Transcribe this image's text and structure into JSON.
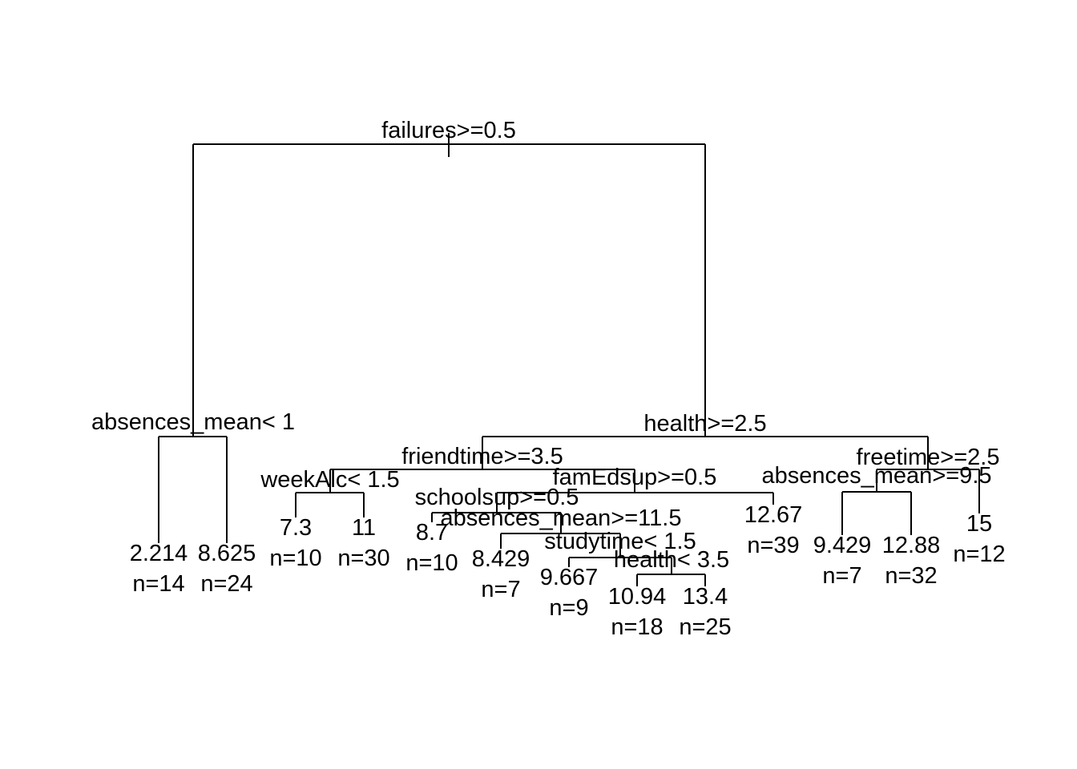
{
  "tree": {
    "root": {
      "split": "failures>=0.5",
      "left": {
        "split": "absences_mean< 1",
        "left": {
          "value": "2.214",
          "n": "n=14"
        },
        "right": {
          "value": "8.625",
          "n": "n=24"
        }
      },
      "right": {
        "split": "health>=2.5",
        "left": {
          "split": "friendtime>=3.5",
          "left": {
            "split": "weekAlc< 1.5",
            "left": {
              "value": "7.3",
              "n": "n=10"
            },
            "right": {
              "value": "11",
              "n": "n=30"
            }
          },
          "right": {
            "split": "famEdsup>=0.5",
            "left": {
              "split": "schoolsup>=0.5",
              "left": {
                "value": "8.7",
                "n": "n=10"
              },
              "right": {
                "split": "absences_mean>=11.5",
                "left": {
                  "value": "8.429",
                  "n": "n=7"
                },
                "right": {
                  "split": "studytime< 1.5",
                  "left": {
                    "value": "9.667",
                    "n": "n=9"
                  },
                  "right": {
                    "split": "health< 3.5",
                    "left": {
                      "value": "10.94",
                      "n": "n=18"
                    },
                    "right": {
                      "value": "13.4",
                      "n": "n=25"
                    }
                  }
                }
              }
            },
            "right": {
              "value": "12.67",
              "n": "n=39"
            }
          }
        },
        "right": {
          "split": "freetime>=2.5",
          "left": {
            "split": "absences_mean>=9.5",
            "left": {
              "value": "9.429",
              "n": "n=7"
            },
            "right": {
              "value": "12.88",
              "n": "n=32"
            }
          },
          "right": {
            "value": "15",
            "n": "n=12"
          }
        }
      }
    }
  }
}
